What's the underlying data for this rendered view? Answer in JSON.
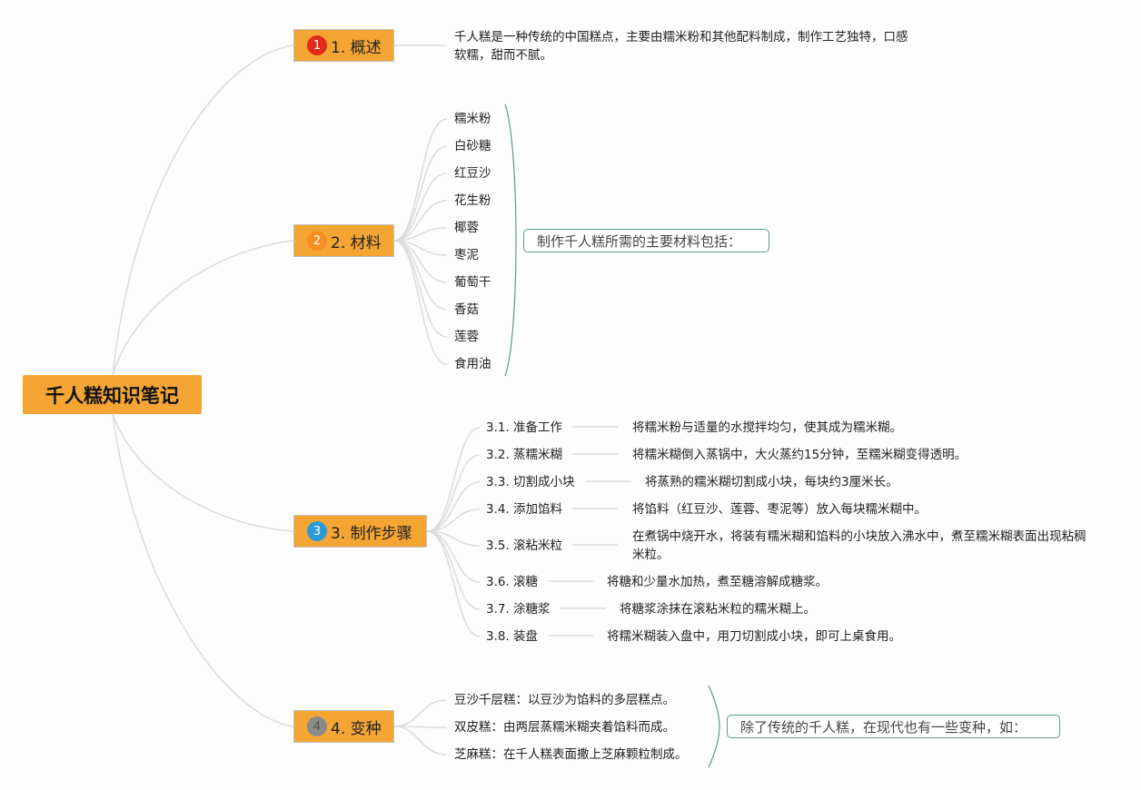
{
  "root": {
    "title": "千人糕知识笔记"
  },
  "topics": {
    "overview": {
      "badge": "1",
      "label": "1. 概述",
      "text": "千人糕是一种传统的中国糕点，主要由糯米粉和其他配料制成，制作工艺独特，口感软糯，甜而不腻。"
    },
    "materials": {
      "badge": "2",
      "label": "2. 材料",
      "summary": "制作千人糕所需的主要材料包括：",
      "items": [
        "糯米粉",
        "白砂糖",
        "红豆沙",
        "花生粉",
        "椰蓉",
        "枣泥",
        "葡萄干",
        "香菇",
        "莲蓉",
        "食用油"
      ]
    },
    "steps": {
      "badge": "3",
      "label": "3. 制作步骤",
      "items": [
        {
          "label": "3.1. 准备工作",
          "desc": "将糯米粉与适量的水搅拌均匀，使其成为糯米糊。"
        },
        {
          "label": "3.2. 蒸糯米糊",
          "desc": "将糯米糊倒入蒸锅中，大火蒸约15分钟，至糯米糊变得透明。"
        },
        {
          "label": "3.3. 切割成小块",
          "desc": "将蒸熟的糯米糊切割成小块，每块约3厘米长。"
        },
        {
          "label": "3.4. 添加馅料",
          "desc": "将馅料（红豆沙、莲蓉、枣泥等）放入每块糯米糊中。"
        },
        {
          "label": "3.5. 滚粘米粒",
          "desc": "在煮锅中烧开水，将装有糯米糊和馅料的小块放入沸水中，煮至糯米糊表面出现粘稠米粒。"
        },
        {
          "label": "3.6. 滚糖",
          "desc": "将糖和少量水加热，煮至糖溶解成糖浆。"
        },
        {
          "label": "3.7. 涂糖浆",
          "desc": "将糖浆涂抹在滚粘米粒的糯米糊上。"
        },
        {
          "label": "3.8. 装盘",
          "desc": "将糯米糊装入盘中，用刀切割成小块，即可上桌食用。"
        }
      ]
    },
    "variants": {
      "badge": "4",
      "label": "4. 变种",
      "summary": "除了传统的千人糕，在现代也有一些变种，如：",
      "items": [
        "豆沙千层糕：以豆沙为馅料的多层糕点。",
        "双皮糕：由两层蒸糯米糊夹着馅料而成。",
        "芝麻糕：在千人糕表面撒上芝麻颗粒制成。"
      ]
    }
  },
  "colors": {
    "topic_fill": "#f4a533",
    "badge_1": "#e02a1a",
    "badge_2": "#f39020",
    "badge_3": "#2b9bd8",
    "badge_4": "#8a8a8a",
    "connector": "#dcdcdc",
    "bracket": "#5a9a8a"
  }
}
